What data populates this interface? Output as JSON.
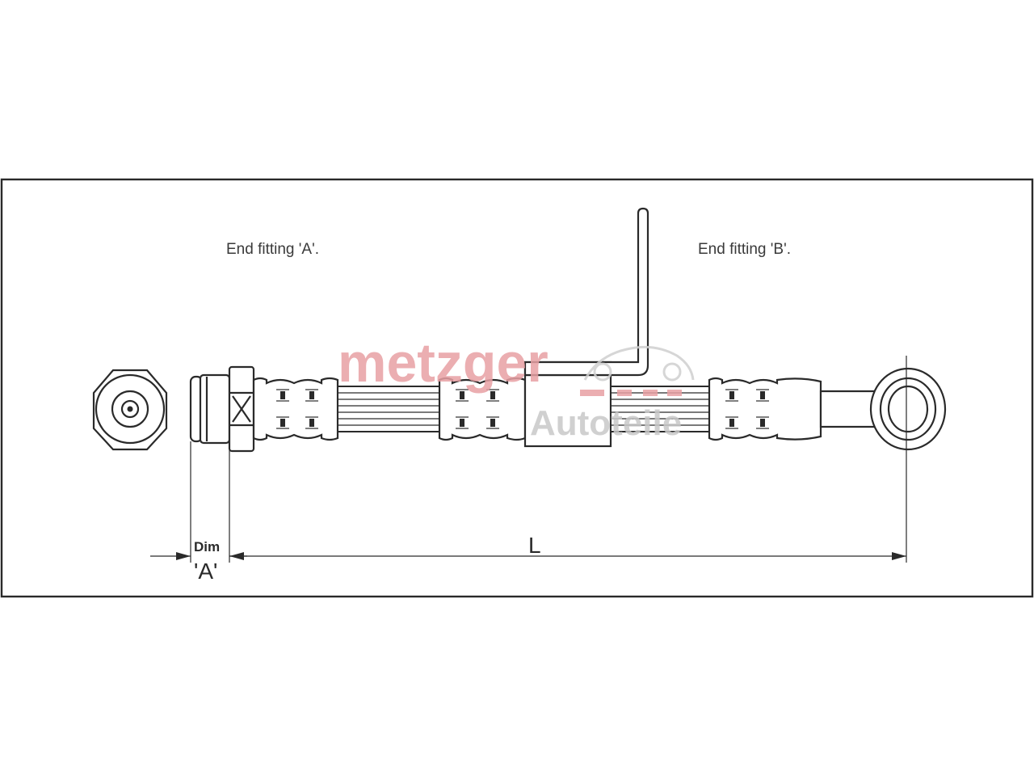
{
  "labels": {
    "end_fitting_a": "End fitting 'A'.",
    "end_fitting_b": "End fitting 'B'.",
    "dim": "Dim",
    "dim_a": "'A'",
    "length": "L"
  },
  "watermark": {
    "brand": "metzger",
    "sub": "Autoteile",
    "brand_color": "#e8a0a4",
    "sub_color": "#c8c8c8"
  },
  "colors": {
    "line": "#2a2a2a",
    "text": "#3a3a3a",
    "background": "#ffffff"
  }
}
